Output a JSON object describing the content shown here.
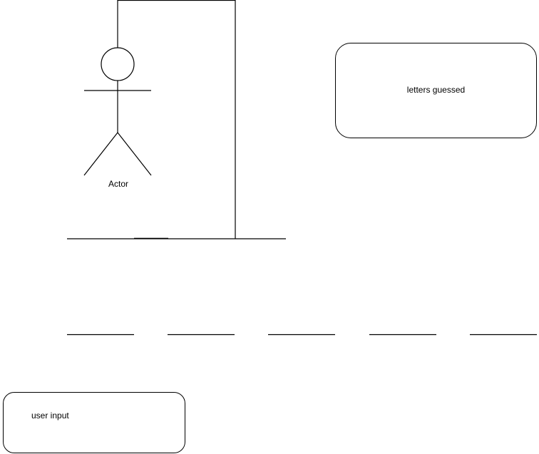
{
  "diagram": {
    "actor_label": "Actor",
    "letters_box_label": "letters guessed",
    "input_box_label": "user input",
    "blank_count": 5,
    "stroke_color": "#000000",
    "background_color": "#ffffff"
  }
}
